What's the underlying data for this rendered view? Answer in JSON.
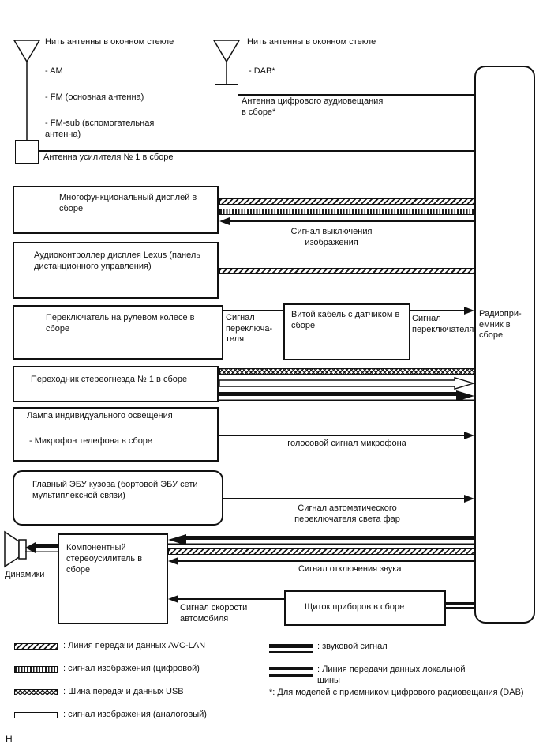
{
  "page": {
    "mark": "Н"
  },
  "antenna_left": {
    "window_note": "Нить антенны в оконном стекле",
    "bands": [
      "- AM",
      "- FM (основная антенна)",
      "- FM-sub (вспомогательная антенна)"
    ],
    "label": "Антенна усилителя № 1 в сборе"
  },
  "antenna_right": {
    "window_note": "Нить антенны в оконном стекле",
    "bands": [
      "- DAB*"
    ],
    "label": "Антенна цифрового аудиовещания в сборе*"
  },
  "radio_label": "Радиопри-емник в сборе",
  "boxes": {
    "display": "Многофункциональный дисплей в сборе",
    "controller": "Аудиоконтроллер дисплея Lexus (панель дистанционного управления)",
    "steering_switch": "Переключатель на рулевом колесе в сборе",
    "spiral_cable": "Витой кабель с датчиком в сборе",
    "stereo_jack": "Переходник стереогнезда № 1 в сборе",
    "lamp": "Лампа индивидуального освещения",
    "microphone": "- Микрофон телефона в сборе",
    "main_ecu": "Главный ЭБУ кузова (бортовой ЭБУ сети мультиплексной связи)",
    "amplifier": "Компонентный стереоусилитель в сборе",
    "instrument_cluster": "Щиток приборов в сборе",
    "speakers_label": "Динамики"
  },
  "signals": {
    "image_off": "Сигнал выключения изображения",
    "switch_left": "Сигнал переключа-теля",
    "switch_right": "Сигнал переключателя",
    "mic_voice": "голосовой сигнал микрофона",
    "auto_headlight": "Сигнал автоматического переключателя света фар",
    "mute": "Сигнал отключения звука",
    "vehicle_speed": "Сигнал скорости автомобиля"
  },
  "legend_left": [
    {
      "name": "avclan",
      "label": ": Линия передачи данных AVC-LAN"
    },
    {
      "name": "digital-video",
      "label": ": сигнал изображения (цифровой)"
    },
    {
      "name": "usb",
      "label": ": Шина передачи данных USB"
    },
    {
      "name": "analog-video",
      "label": ": сигнал изображения (аналоговый)"
    }
  ],
  "legend_right": [
    {
      "name": "audio",
      "label": ": звуковой сигнал"
    },
    {
      "name": "local-bus",
      "label": ": Линия передачи данных локальной шины"
    }
  ],
  "footnote": "*: Для моделей с приемником цифрового радиовещания (DAB)",
  "colors": {
    "line": "#111111",
    "background": "#ffffff"
  }
}
